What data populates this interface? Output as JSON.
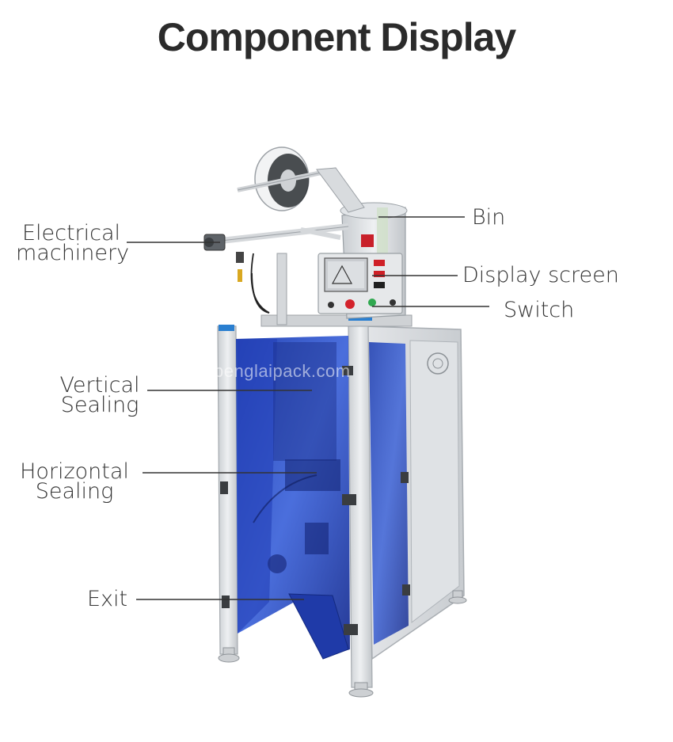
{
  "title": "Component Display",
  "watermark": "penglaipack.com",
  "labels": {
    "bin": "Bin",
    "display_screen": "Display screen",
    "switch": "Switch",
    "electrical_line1": "Electrical",
    "electrical_line2": "machinery",
    "vertical_line1": "Vertical",
    "vertical_line2": "Sealing",
    "horizontal_line1": "Horizontal",
    "horizontal_line2": "Sealing",
    "exit": "Exit"
  },
  "colors": {
    "guard_blue": "#1f3fa8",
    "steel": "#d9dcdf",
    "frame": "#bfc3c7",
    "text": "#333333"
  }
}
